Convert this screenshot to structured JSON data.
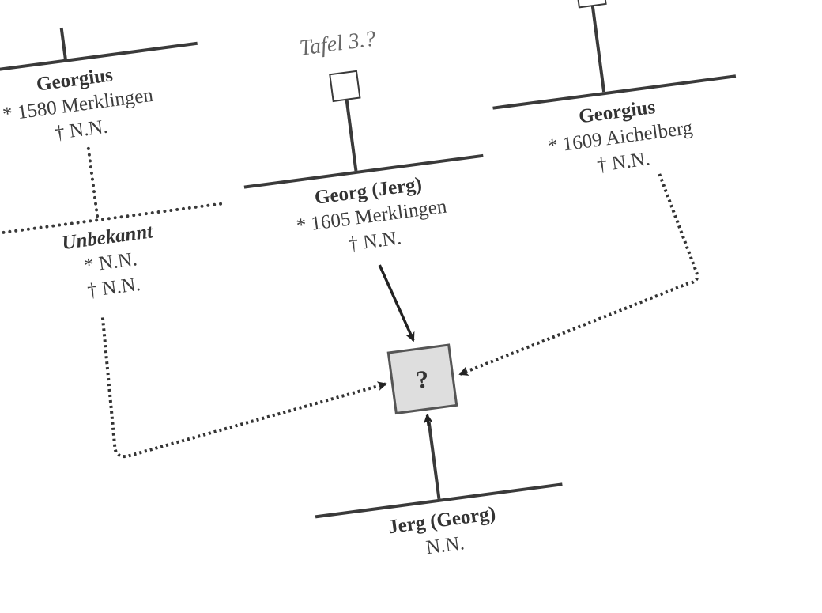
{
  "persons": [
    {
      "name": "Georgius",
      "birth": "* 1580 Merklingen",
      "death": "† N.N."
    },
    {
      "name": "Unbekannt",
      "birth": "* N.N.",
      "death": "† N.N."
    },
    {
      "name": "Georg (Jerg)",
      "birth": "* 1605 Merklingen",
      "death": "† N.N."
    },
    {
      "name": "Georgius",
      "birth": "* 1609 Aichelberg",
      "death": "† N.N."
    },
    {
      "name": "Jerg (Georg)",
      "birth": "N.N."
    }
  ],
  "tafel_label": "Tafel 3.?",
  "unknown_box": "?"
}
